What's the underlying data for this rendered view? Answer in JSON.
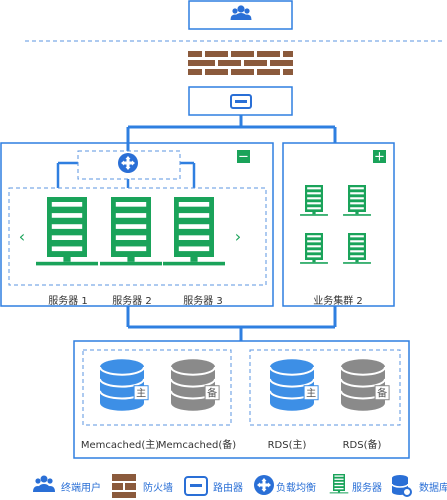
{
  "colors": {
    "blue": "#2a6fd6",
    "line": "#2f7fe0",
    "dashed": "#5b95e0",
    "green": "#1aa35a",
    "brick": "#8b5a3c",
    "db_blue": "#3d8fe6",
    "db_gray": "#8a8a8a"
  },
  "toggles": {
    "collapse": "−",
    "expand": "+"
  },
  "nav": {
    "prev": "‹",
    "next": "›"
  },
  "servers": [
    {
      "label": "服务器 1"
    },
    {
      "label": "服务器 2"
    },
    {
      "label": "服务器 3"
    }
  ],
  "cluster": {
    "label": "业务集群 2"
  },
  "databases": [
    {
      "label": "Memcached(主)",
      "tag": "主",
      "color": "blue"
    },
    {
      "label": "Memcached(备)",
      "tag": "备",
      "color": "gray"
    },
    {
      "label": "RDS(主)",
      "tag": "主",
      "color": "blue"
    },
    {
      "label": "RDS(备)",
      "tag": "备",
      "color": "gray"
    }
  ],
  "legend": [
    {
      "icon": "users-icon",
      "label": "终端用户"
    },
    {
      "icon": "firewall-icon",
      "label": "防火墙"
    },
    {
      "icon": "router-icon",
      "label": "路由器"
    },
    {
      "icon": "load-balancer-icon",
      "label": "负载均衡"
    },
    {
      "icon": "server-icon",
      "label": "服务器"
    },
    {
      "icon": "database-icon",
      "label": "数据库"
    }
  ]
}
